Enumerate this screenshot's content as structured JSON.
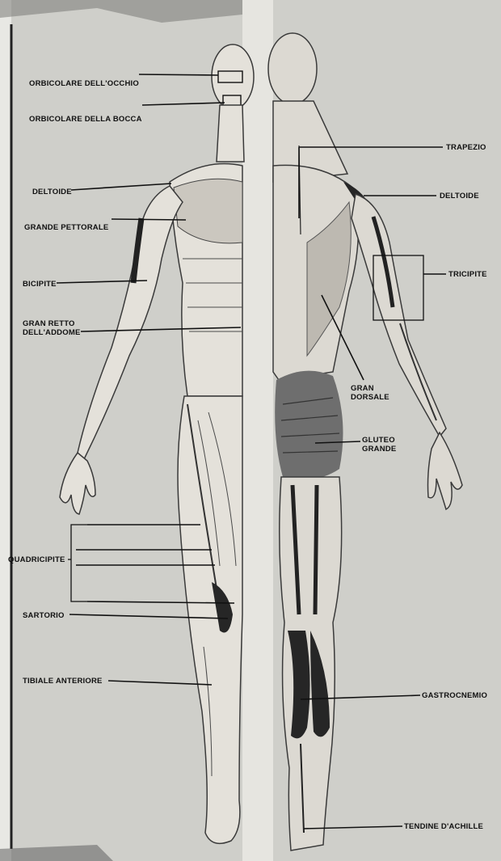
{
  "diagram": {
    "labels": {
      "orbicolare_occhio": "ORBICOLARE DELL'OCCHIO",
      "orbicolare_bocca": "ORBICOLARE DELLA BOCCA",
      "deltoide_front": "DELTOIDE",
      "grande_pettorale": "GRANDE PETTORALE",
      "bicipite": "BICIPITE",
      "gran_retto_1": "GRAN RETTO",
      "gran_retto_2": "DELL'ADDOME",
      "quadricipite": "QUADRICIPITE",
      "sartorio": "SARTORIO",
      "tibiale_anteriore": "TIBIALE ANTERIORE",
      "trapezio": "TRAPEZIO",
      "deltoide_back": "DELTOIDE",
      "tricipite": "TRICIPITE",
      "gran_dorsale_1": "GRAN",
      "gran_dorsale_2": "DORSALE",
      "gluteo_grande_1": "GLUTEO",
      "gluteo_grande_2": "GRANDE",
      "gastrocnemio": "GASTROCNEMIO",
      "tendine_achille": "TENDINE D'ACHILLE"
    }
  }
}
